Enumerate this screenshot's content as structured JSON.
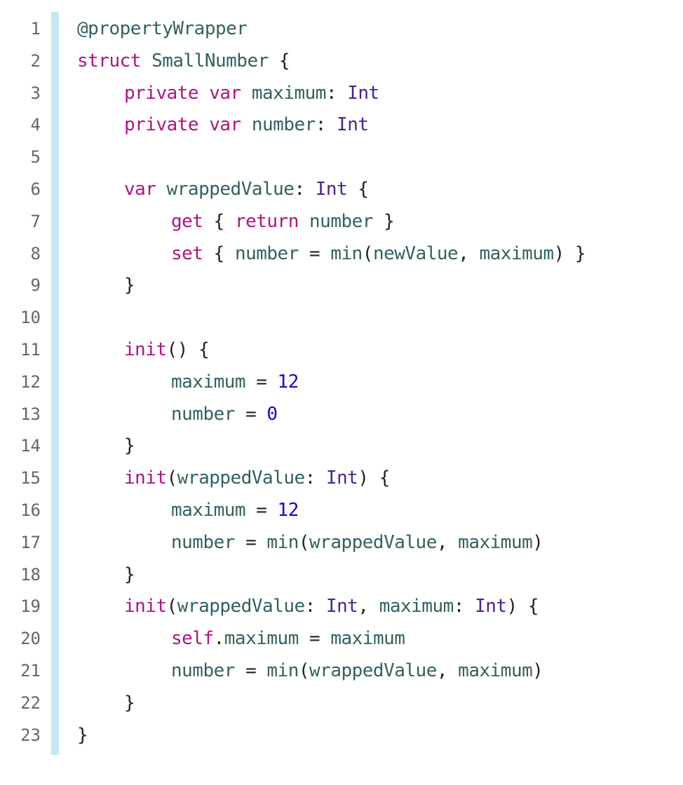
{
  "colors": {
    "gutter_bar": "#c6e6f2",
    "line_number": "#666666",
    "keyword": "#ad1480",
    "type": "#4b2391",
    "identifier": "#326060",
    "number": "#1c00cf",
    "punctuation": "#222222",
    "background": "#ffffff"
  },
  "code": {
    "lines": [
      {
        "n": "1",
        "indent": 0,
        "tokens": [
          {
            "t": "@propertyWrapper",
            "k": "attr"
          }
        ]
      },
      {
        "n": "2",
        "indent": 0,
        "tokens": [
          {
            "t": "struct",
            "k": "kw"
          },
          {
            "t": " ",
            "k": "pun"
          },
          {
            "t": "SmallNumber",
            "k": "id"
          },
          {
            "t": " {",
            "k": "pun"
          }
        ]
      },
      {
        "n": "3",
        "indent": 1,
        "tokens": [
          {
            "t": "private",
            "k": "kw"
          },
          {
            "t": " ",
            "k": "pun"
          },
          {
            "t": "var",
            "k": "kw"
          },
          {
            "t": " ",
            "k": "pun"
          },
          {
            "t": "maximum",
            "k": "id"
          },
          {
            "t": ": ",
            "k": "pun"
          },
          {
            "t": "Int",
            "k": "type"
          }
        ]
      },
      {
        "n": "4",
        "indent": 1,
        "tokens": [
          {
            "t": "private",
            "k": "kw"
          },
          {
            "t": " ",
            "k": "pun"
          },
          {
            "t": "var",
            "k": "kw"
          },
          {
            "t": " ",
            "k": "pun"
          },
          {
            "t": "number",
            "k": "id"
          },
          {
            "t": ": ",
            "k": "pun"
          },
          {
            "t": "Int",
            "k": "type"
          }
        ]
      },
      {
        "n": "5",
        "indent": 0,
        "tokens": []
      },
      {
        "n": "6",
        "indent": 1,
        "tokens": [
          {
            "t": "var",
            "k": "kw"
          },
          {
            "t": " ",
            "k": "pun"
          },
          {
            "t": "wrappedValue",
            "k": "id"
          },
          {
            "t": ": ",
            "k": "pun"
          },
          {
            "t": "Int",
            "k": "type"
          },
          {
            "t": " {",
            "k": "pun"
          }
        ]
      },
      {
        "n": "7",
        "indent": 2,
        "tokens": [
          {
            "t": "get",
            "k": "kw"
          },
          {
            "t": " { ",
            "k": "pun"
          },
          {
            "t": "return",
            "k": "kw"
          },
          {
            "t": " ",
            "k": "pun"
          },
          {
            "t": "number",
            "k": "id"
          },
          {
            "t": " }",
            "k": "pun"
          }
        ]
      },
      {
        "n": "8",
        "indent": 2,
        "tokens": [
          {
            "t": "set",
            "k": "kw"
          },
          {
            "t": " { ",
            "k": "pun"
          },
          {
            "t": "number",
            "k": "id"
          },
          {
            "t": " = ",
            "k": "pun"
          },
          {
            "t": "min",
            "k": "id"
          },
          {
            "t": "(",
            "k": "pun"
          },
          {
            "t": "newValue",
            "k": "id"
          },
          {
            "t": ", ",
            "k": "pun"
          },
          {
            "t": "maximum",
            "k": "id"
          },
          {
            "t": ") }",
            "k": "pun"
          }
        ]
      },
      {
        "n": "9",
        "indent": 1,
        "tokens": [
          {
            "t": "}",
            "k": "pun"
          }
        ]
      },
      {
        "n": "10",
        "indent": 0,
        "tokens": []
      },
      {
        "n": "11",
        "indent": 1,
        "tokens": [
          {
            "t": "init",
            "k": "kw"
          },
          {
            "t": "() {",
            "k": "pun"
          }
        ]
      },
      {
        "n": "12",
        "indent": 2,
        "tokens": [
          {
            "t": "maximum",
            "k": "id"
          },
          {
            "t": " = ",
            "k": "pun"
          },
          {
            "t": "12",
            "k": "num"
          }
        ]
      },
      {
        "n": "13",
        "indent": 2,
        "tokens": [
          {
            "t": "number",
            "k": "id"
          },
          {
            "t": " = ",
            "k": "pun"
          },
          {
            "t": "0",
            "k": "num"
          }
        ]
      },
      {
        "n": "14",
        "indent": 1,
        "tokens": [
          {
            "t": "}",
            "k": "pun"
          }
        ]
      },
      {
        "n": "15",
        "indent": 1,
        "tokens": [
          {
            "t": "init",
            "k": "kw"
          },
          {
            "t": "(",
            "k": "pun"
          },
          {
            "t": "wrappedValue",
            "k": "id"
          },
          {
            "t": ": ",
            "k": "pun"
          },
          {
            "t": "Int",
            "k": "type"
          },
          {
            "t": ") {",
            "k": "pun"
          }
        ]
      },
      {
        "n": "16",
        "indent": 2,
        "tokens": [
          {
            "t": "maximum",
            "k": "id"
          },
          {
            "t": " = ",
            "k": "pun"
          },
          {
            "t": "12",
            "k": "num"
          }
        ]
      },
      {
        "n": "17",
        "indent": 2,
        "tokens": [
          {
            "t": "number",
            "k": "id"
          },
          {
            "t": " = ",
            "k": "pun"
          },
          {
            "t": "min",
            "k": "id"
          },
          {
            "t": "(",
            "k": "pun"
          },
          {
            "t": "wrappedValue",
            "k": "id"
          },
          {
            "t": ", ",
            "k": "pun"
          },
          {
            "t": "maximum",
            "k": "id"
          },
          {
            "t": ")",
            "k": "pun"
          }
        ]
      },
      {
        "n": "18",
        "indent": 1,
        "tokens": [
          {
            "t": "}",
            "k": "pun"
          }
        ]
      },
      {
        "n": "19",
        "indent": 1,
        "tokens": [
          {
            "t": "init",
            "k": "kw"
          },
          {
            "t": "(",
            "k": "pun"
          },
          {
            "t": "wrappedValue",
            "k": "id"
          },
          {
            "t": ": ",
            "k": "pun"
          },
          {
            "t": "Int",
            "k": "type"
          },
          {
            "t": ", ",
            "k": "pun"
          },
          {
            "t": "maximum",
            "k": "id"
          },
          {
            "t": ": ",
            "k": "pun"
          },
          {
            "t": "Int",
            "k": "type"
          },
          {
            "t": ") {",
            "k": "pun"
          }
        ]
      },
      {
        "n": "20",
        "indent": 2,
        "tokens": [
          {
            "t": "self",
            "k": "kw"
          },
          {
            "t": ".",
            "k": "pun"
          },
          {
            "t": "maximum",
            "k": "id"
          },
          {
            "t": " = ",
            "k": "pun"
          },
          {
            "t": "maximum",
            "k": "id"
          }
        ]
      },
      {
        "n": "21",
        "indent": 2,
        "tokens": [
          {
            "t": "number",
            "k": "id"
          },
          {
            "t": " = ",
            "k": "pun"
          },
          {
            "t": "min",
            "k": "id"
          },
          {
            "t": "(",
            "k": "pun"
          },
          {
            "t": "wrappedValue",
            "k": "id"
          },
          {
            "t": ", ",
            "k": "pun"
          },
          {
            "t": "maximum",
            "k": "id"
          },
          {
            "t": ")",
            "k": "pun"
          }
        ]
      },
      {
        "n": "22",
        "indent": 1,
        "tokens": [
          {
            "t": "}",
            "k": "pun"
          }
        ]
      },
      {
        "n": "23",
        "indent": 0,
        "tokens": [
          {
            "t": "}",
            "k": "pun"
          }
        ]
      }
    ]
  }
}
